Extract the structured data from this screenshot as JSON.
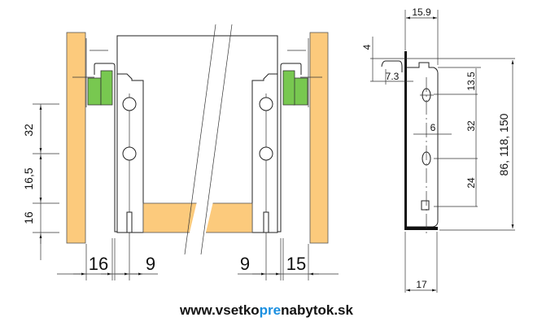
{
  "left_view": {
    "vertical_dims": [
      "32",
      "16,5",
      "16"
    ],
    "horizontal_dims": [
      "16",
      "9",
      "9",
      "15"
    ]
  },
  "side_view": {
    "dims": {
      "top_width": "15.9",
      "lip_height": "4",
      "lip_width": "7.3",
      "first_hole": "13.5",
      "hole_spacing": "32",
      "hole_width": "6",
      "lower_spacing": "24",
      "heights": "86, 118, 150",
      "bottom_width": "17"
    }
  },
  "footer": {
    "pre": "www.vsetko",
    "highlight": "pre",
    "post": "nabytok.sk"
  },
  "colors": {
    "wood": "#fcca7c",
    "runner": "#78c850",
    "highlight": "#1a8fe0"
  }
}
